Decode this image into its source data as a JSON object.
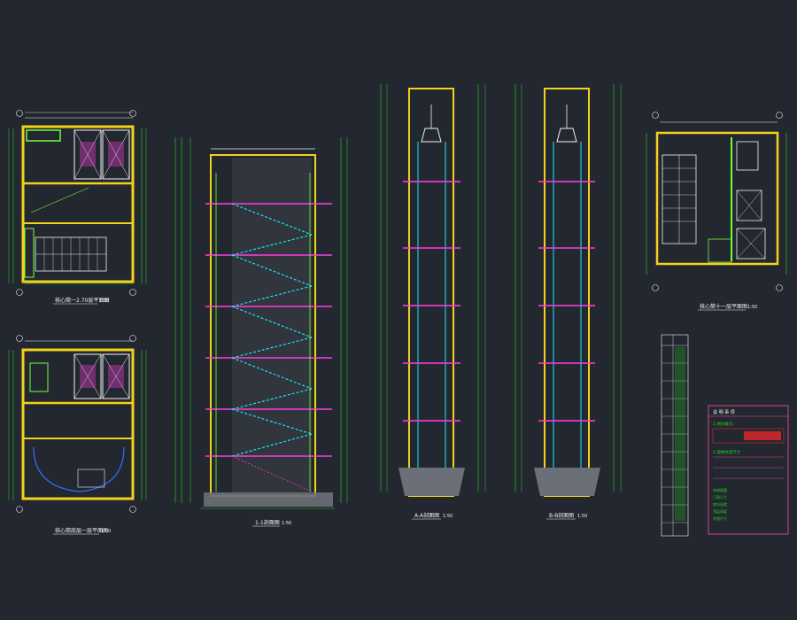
{
  "colors": {
    "background": "#232830",
    "wall": "#f2d21b",
    "green": "#1fd41f",
    "bright_green": "#6fff3a",
    "white": "#f2f2f2",
    "magenta": "#ff3de0",
    "cyan": "#19e6ff",
    "blue": "#3a6cff",
    "red": "#ff2a2a",
    "orange": "#e8a000",
    "grey": "#9aa0a8",
    "pink_frame": "#ff4aa8"
  },
  "titles": {
    "plan_top_left": "核心筒一2.70层平面图",
    "plan_top_left_scale": "1:50",
    "plan_bottom_left": "核心筒底层一层平面图",
    "plan_bottom_left_scale": "1:50",
    "section_stair": "1-1剖面图",
    "section_stair_scale": "1:50",
    "section_lift_a": "A-A剖面图",
    "section_lift_a_scale": "1:50",
    "section_lift_b": "B-B剖面图",
    "section_lift_b_scale": "1:50",
    "plan_right": "核心筒十一层平面图",
    "plan_right_scale": "1:50"
  },
  "notes": {
    "heading": "说 明 事 项",
    "line1": "1.地坑做法：",
    "line2": "2.电梯井道尺寸",
    "items": [
      "电梯载重",
      "门洞尺寸",
      "底坑深度",
      "顶层高度",
      "井道尺寸"
    ]
  }
}
